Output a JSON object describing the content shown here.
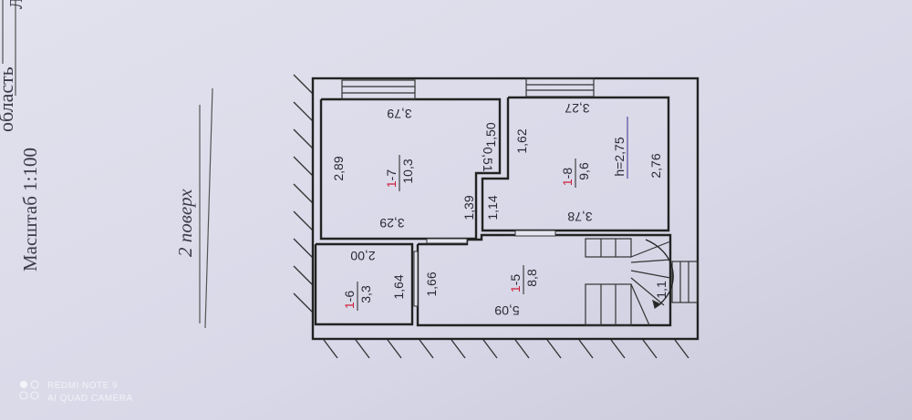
{
  "header": {
    "region_fragment": "область",
    "top_fragment": "Л",
    "scale": "Масштаб 1:100",
    "floor": "2 поверх"
  },
  "rooms": [
    {
      "num_prefix": "1",
      "num_suffix": "-7",
      "area": "10,3"
    },
    {
      "num_prefix": "1",
      "num_suffix": "-8",
      "area": "9,6"
    },
    {
      "num_prefix": "1",
      "num_suffix": "-6",
      "area": "3,3"
    },
    {
      "num_prefix": "1",
      "num_suffix": "-5",
      "area": "8,8"
    }
  ],
  "dimensions": {
    "d379": "3,79",
    "d289": "2,89",
    "d329": "3,29",
    "d051": "0,51",
    "d150": "1,50",
    "d139": "1,39",
    "d114": "1,14",
    "d162": "1,62",
    "d327": "3,27",
    "d276": "2,76",
    "d378": "3,78",
    "d200": "2,00",
    "d164": "1,64",
    "d166": "1,66",
    "d509": "5,09",
    "height": "h=2,75",
    "stair": "1,1"
  },
  "watermark": {
    "line1": "REDMI NOTE 9",
    "line2": "AI QUAD CAMERA"
  },
  "colors": {
    "paper": "#dcdcea",
    "room_number": "#d0203a"
  }
}
